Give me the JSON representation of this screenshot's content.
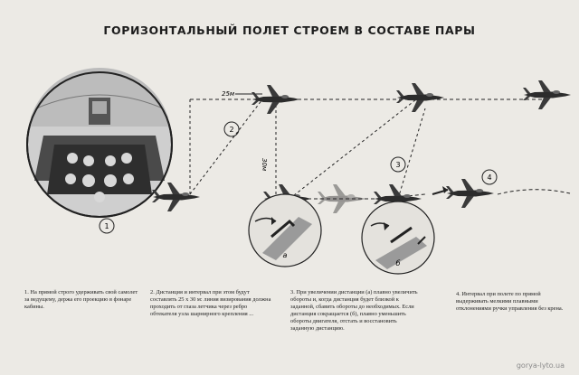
{
  "title": "ГОРИЗОНТАЛЬНЫЙ ПОЛЕТ СТРОЕМ В СОСТАВЕ ПАРЫ",
  "labels": {
    "distance_25": "25м",
    "interval_30": "30м",
    "step_1": "1",
    "step_2": "2",
    "step_3": "3",
    "step_4": "4",
    "inset_a": "а",
    "inset_b": "б"
  },
  "captions": [
    "1. На прямой строго удерживать свой самолет за ведущему, держа его проекцию в фонаре кабины.",
    "2. Дистанция и интервал при этом будут составлять 25 x 30 м: линия визирования должна проходить от глаза летчика через ребро обтекателя узла шарнирного крепления ...",
    "3. При увеличении дистанции (а) плавно увеличить обороты и, когда дистанция будет близкой к заданной, сбавить обороты до необходимых. Если дистанция сокращается (б), плавно уменьшить обороты двигателя, отстать и восстановить заданную дистанцию.",
    "4. Интервал при полете по прямой выдерживать мелкими плавными отклонениями ручки управления без крена."
  ],
  "watermark": "gorya-lyto.ua",
  "colors": {
    "paper": "#eceae5",
    "ink": "#1d1d1d",
    "sky": "#b9b9b9"
  }
}
